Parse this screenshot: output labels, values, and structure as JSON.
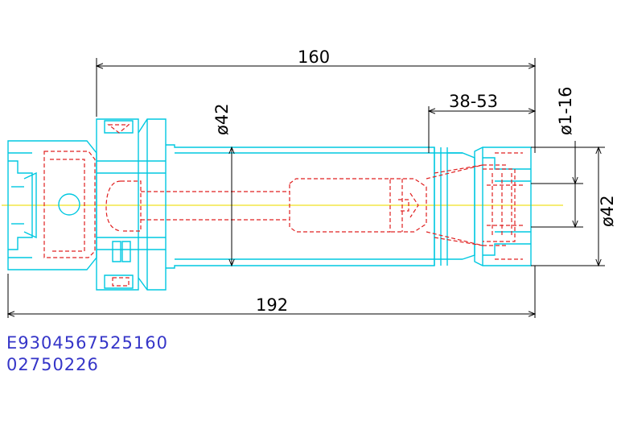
{
  "dimensions": {
    "overall_length": "160",
    "total_length": "192",
    "shank_diameter": "ø42",
    "nut_diameter": "ø42",
    "clamping_range": "ø1-16",
    "length_range": "38-53"
  },
  "codes": {
    "order_number": "E9304567525160",
    "article_number": "02750226"
  },
  "colors": {
    "outline": "#00c8e0",
    "hidden": "#e02020",
    "centerline": "#f0e020",
    "dimension": "#000000",
    "code_text": "#3535c8"
  }
}
